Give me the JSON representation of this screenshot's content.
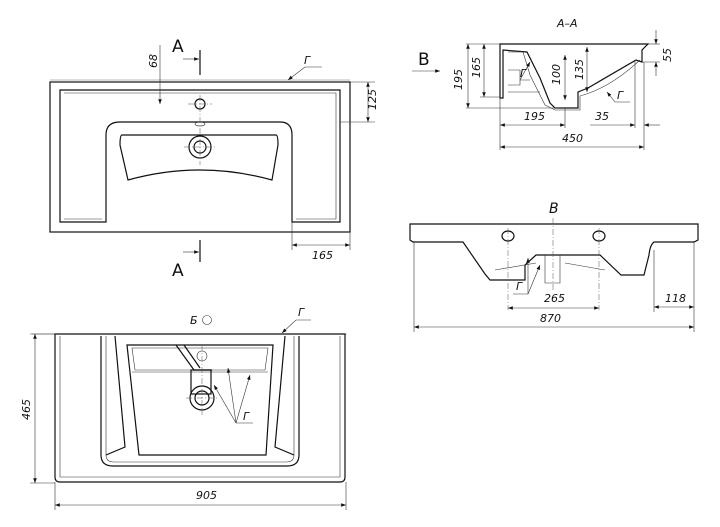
{
  "drawing": {
    "top_view": {
      "section_label_top": "A",
      "section_label_bottom": "A",
      "dim_68": "68",
      "dim_125": "125",
      "dim_165": "165",
      "callout_g": "Г"
    },
    "section_view": {
      "title": "A–A",
      "view_arrow_label": "B",
      "dim_195_height": "195",
      "dim_165": "165",
      "dim_100": "100",
      "dim_135": "135",
      "dim_55": "55",
      "dim_195_width": "195",
      "dim_35": "35",
      "dim_450": "450",
      "callout_g1": "Г",
      "callout_g2": "Г"
    },
    "front_view": {
      "title": "B",
      "dim_265": "265",
      "dim_870": "870",
      "dim_118": "118",
      "callout_g": "Г"
    },
    "bottom_view": {
      "label_b": "Б",
      "dim_465": "465",
      "dim_905": "905",
      "callout_g1": "Г",
      "callout_g2": "Г"
    }
  }
}
